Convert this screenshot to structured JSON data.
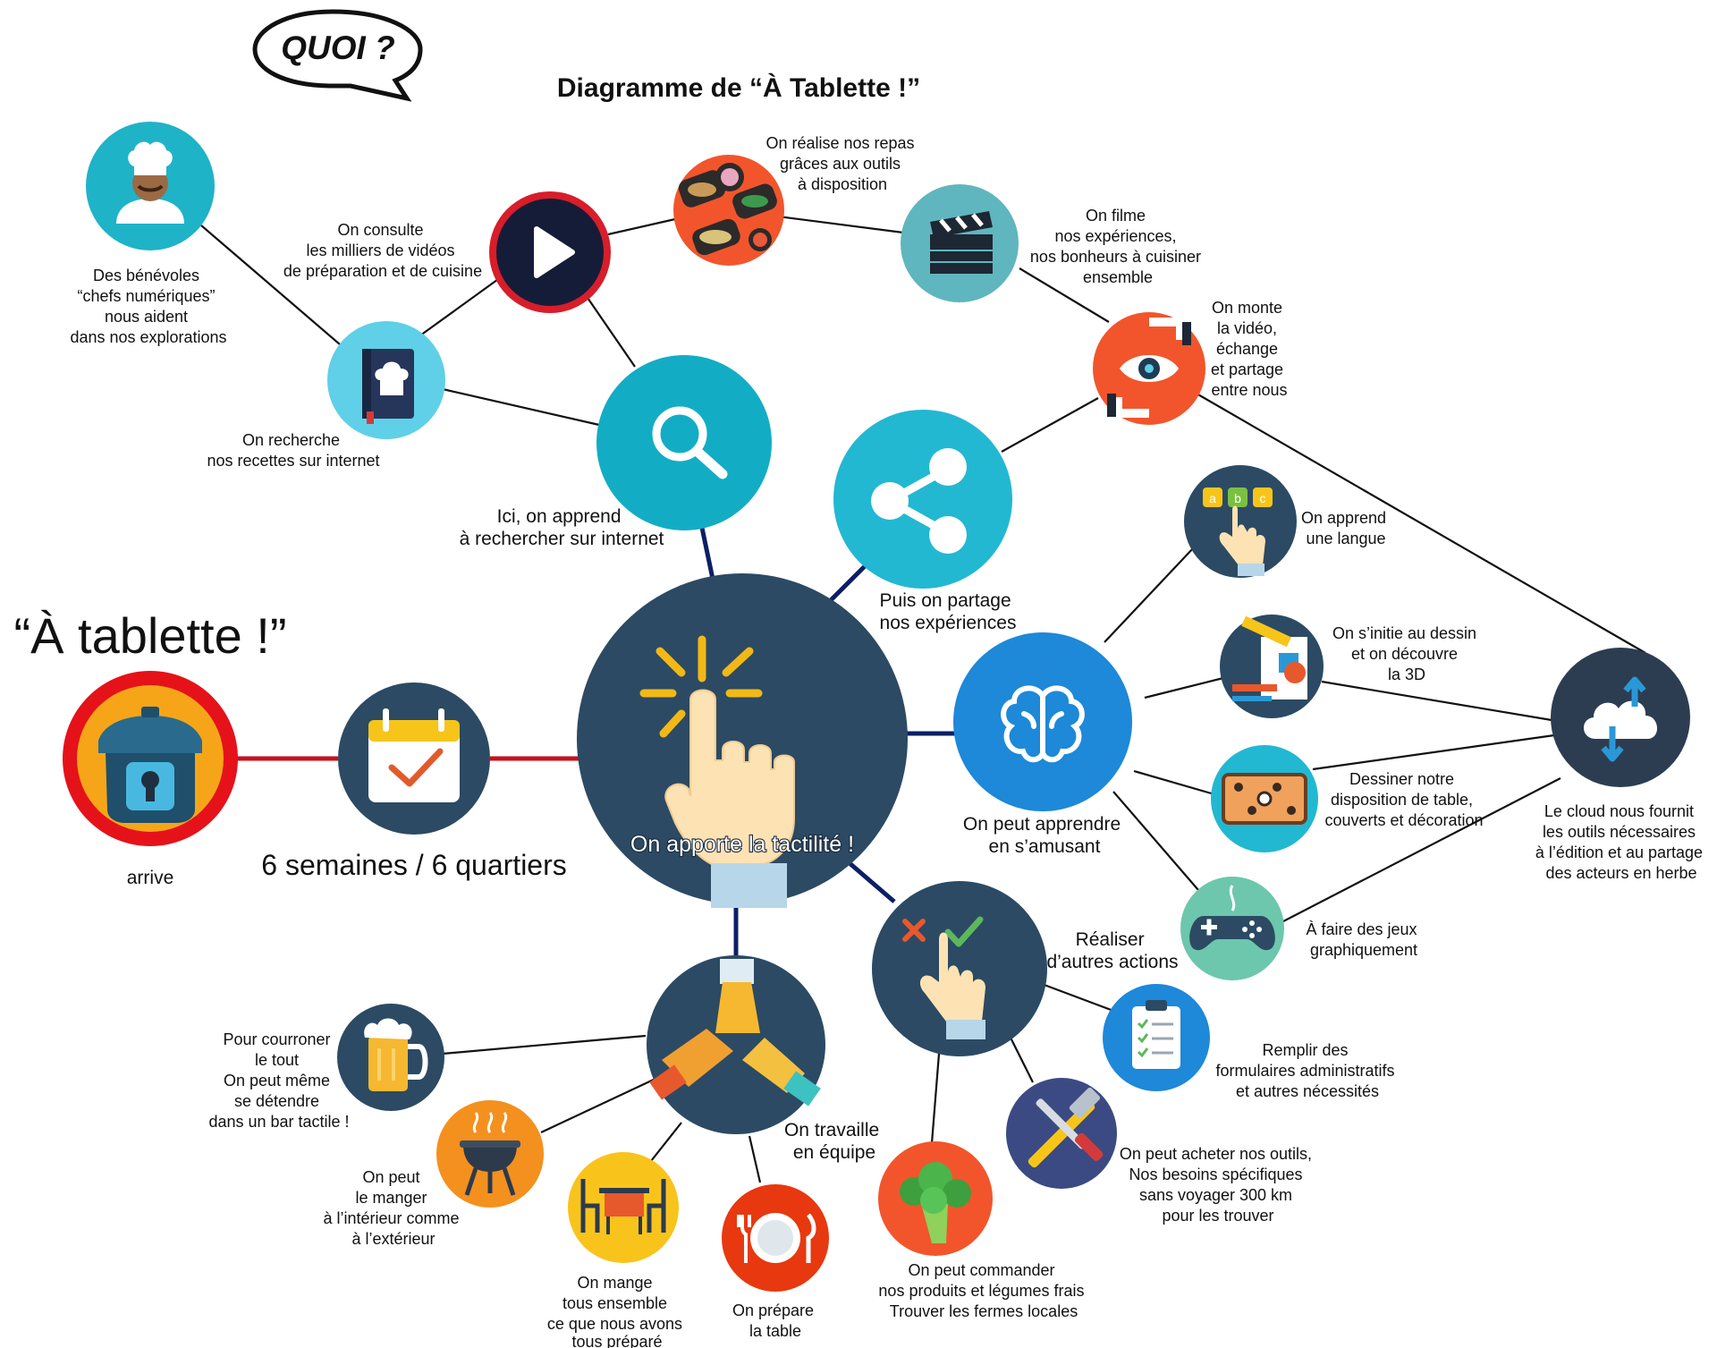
{
  "header": {
    "bubble_text": "QUOI ?",
    "title": "Diagramme de “À Tablette !”"
  },
  "side": {
    "brand": "“À tablette !”",
    "arrive": "arrive",
    "weeks": "6 semaines / 6 quartiers"
  },
  "center": {
    "label": "On apporte la tactilité !",
    "icon": "pointing-hand-icon"
  },
  "nodes": {
    "chef": [
      "Des bénévoles",
      "“chefs numériques”",
      "nous aident",
      "dans nos explorations"
    ],
    "video": [
      "On consulte",
      "les milliers de vidéos",
      "de préparation et de cuisine"
    ],
    "repas": [
      "On réalise nos repas",
      "grâces aux outils",
      "à disposition"
    ],
    "filme": [
      "On filme",
      "nos expériences,",
      "nos bonheurs à cuisiner",
      "ensemble"
    ],
    "monte": [
      "On monte",
      "la vidéo,",
      "échange",
      "et partage",
      "entre nous"
    ],
    "recherche": [
      "On recherche",
      "nos recettes sur internet"
    ],
    "search": [
      "Ici, on apprend",
      "à rechercher sur internet"
    ],
    "share": [
      "Puis on partage",
      "nos expériences"
    ],
    "langue": [
      "On apprend",
      "une langue"
    ],
    "dessin": [
      "On s’initie au dessin",
      "et on découvre",
      "la 3D"
    ],
    "table": [
      "Dessiner notre",
      "disposition de table,",
      "couverts et décoration"
    ],
    "cloud": [
      "Le cloud nous fournit",
      "les outils nécessaires",
      "à l’édition et au partage",
      "des acteurs en herbe"
    ],
    "brain": [
      "On peut apprendre",
      "en s’amusant"
    ],
    "jeux": [
      "À faire des jeux",
      "graphiquement"
    ],
    "actions": [
      "Réaliser",
      "d’autres actions"
    ],
    "formulaires": [
      "Remplir des",
      "formulaires administratifs",
      "et autres nécessités"
    ],
    "outils": [
      "On peut acheter nos outils,",
      "Nos besoins spécifiques",
      "sans voyager 300 km",
      "pour les trouver"
    ],
    "produits": [
      "On peut commander",
      "nos produits et légumes frais",
      "Trouver les fermes locales"
    ],
    "equipe": [
      "On travaille",
      "en équipe"
    ],
    "bar": [
      "Pour courroner",
      "le tout",
      "On peut même",
      "se détendre",
      "dans un bar tactile !"
    ],
    "bbq": [
      "On peut",
      "le manger",
      "à l’intérieur comme",
      "à l’extérieur"
    ],
    "mange": [
      "On mange",
      "tous ensemble",
      "ce que nous avons",
      "tous préparé"
    ],
    "prepare": [
      "On prépare",
      "la table"
    ]
  },
  "colors": {
    "navy": "#2c4a63",
    "teal": "#1fb3c8",
    "blue": "#1e88d9",
    "orange": "#f26a3a",
    "red": "#e5121a",
    "yellow": "#f7c51a",
    "dark": "#1c2540"
  }
}
